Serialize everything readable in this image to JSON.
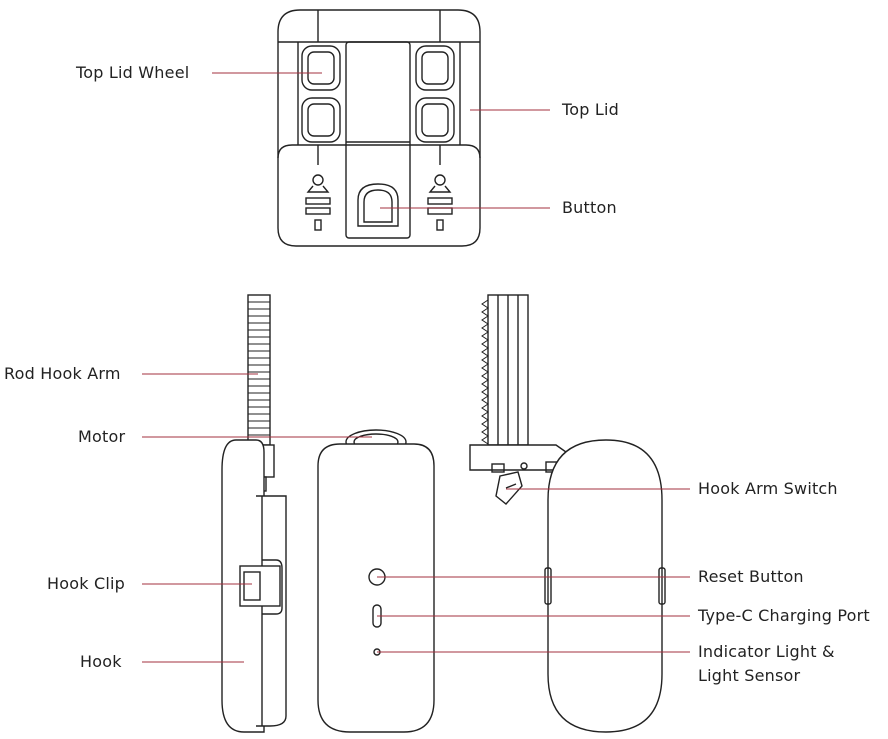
{
  "diagram": {
    "colors": {
      "outline": "#222222",
      "leader_line": "#a3313f",
      "text": "#222222",
      "background": "#ffffff"
    },
    "labels": {
      "top_lid_wheel": "Top Lid Wheel",
      "top_lid": "Top Lid",
      "button": "Button",
      "rod_hook_arm": "Rod Hook Arm",
      "motor": "Motor",
      "hook_clip": "Hook Clip",
      "hook": "Hook",
      "hook_arm_switch": "Hook Arm Switch",
      "reset_button": "Reset Button",
      "type_c_charging_port": "Type-C Charging Port",
      "indicator_light_line1": "Indicator Light &",
      "indicator_light_line2": "Light Sensor"
    }
  }
}
